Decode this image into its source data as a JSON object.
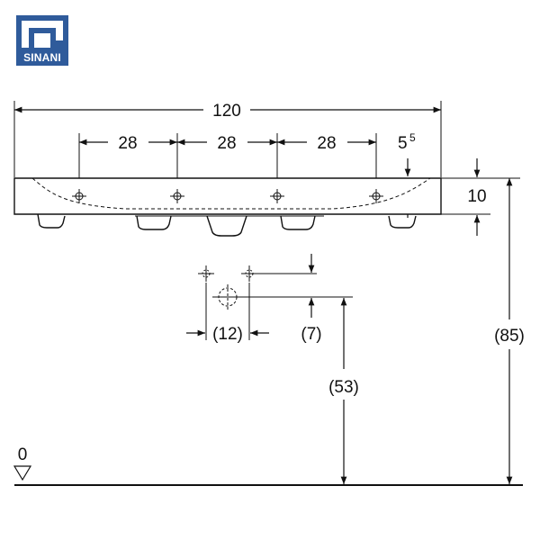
{
  "brand": {
    "name": "SINANI",
    "color": "#2f5b9b"
  },
  "dimensions": {
    "overall_width": "120",
    "hole_spacing_1": "28",
    "hole_spacing_2": "28",
    "hole_spacing_3": "28",
    "edge_offset_base": "5",
    "edge_offset_sup": "5",
    "rim_thickness": "10",
    "tap_spacing": "(12)",
    "tap_height": "(7)",
    "install_height_inner": "(53)",
    "install_height_total": "(85)",
    "floor_level": "0"
  }
}
